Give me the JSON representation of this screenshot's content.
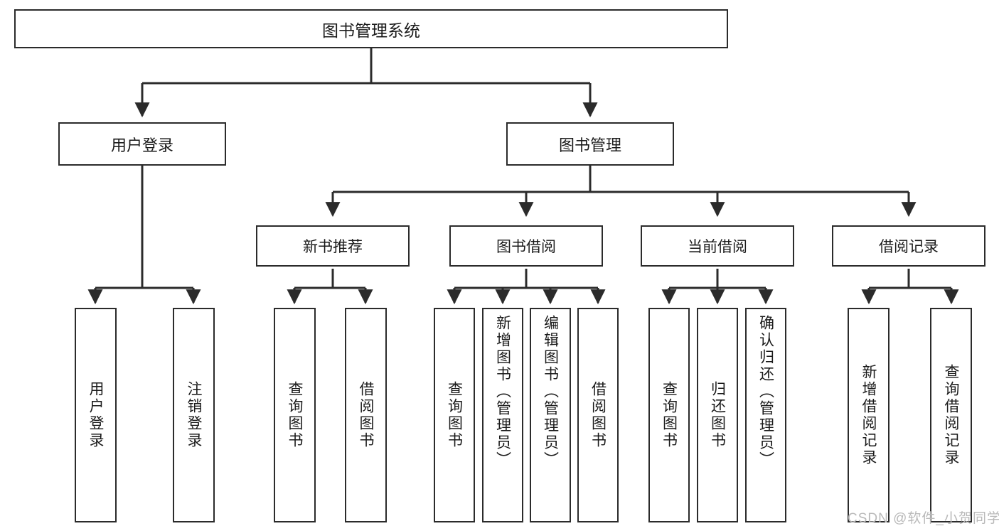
{
  "diagram": {
    "type": "tree-hierarchy",
    "title": "图书管理系统",
    "colors": {
      "box_border": "#2b2b2b",
      "box_fill": "#ffffff",
      "edge": "#2b2b2b",
      "background": "#ffffff",
      "watermark": "#b9b9b9"
    },
    "root": {
      "label": "图书管理系统"
    },
    "level2": [
      {
        "label": "用户登录"
      },
      {
        "label": "图书管理"
      }
    ],
    "level3": [
      {
        "label": "新书推荐"
      },
      {
        "label": "图书借阅"
      },
      {
        "label": "当前借阅"
      },
      {
        "label": "借阅记录"
      }
    ],
    "leaves": {
      "user_login": [
        {
          "label": "用户登录"
        },
        {
          "label": "注销登录"
        }
      ],
      "new_book_recommend": [
        {
          "label": "查询图书"
        },
        {
          "label": "借阅图书"
        }
      ],
      "book_borrow": [
        {
          "label": "查询图书"
        },
        {
          "label": "新增图书（管理员）"
        },
        {
          "label": "编辑图书（管理员）"
        },
        {
          "label": "借阅图书"
        }
      ],
      "current_borrow": [
        {
          "label": "查询图书"
        },
        {
          "label": "归还图书"
        },
        {
          "label": "确认归还（管理员）"
        }
      ],
      "borrow_record": [
        {
          "label": "新增借阅记录"
        },
        {
          "label": "查询借阅记录"
        }
      ]
    },
    "watermark": "CSDN @软件_小贺同学"
  }
}
